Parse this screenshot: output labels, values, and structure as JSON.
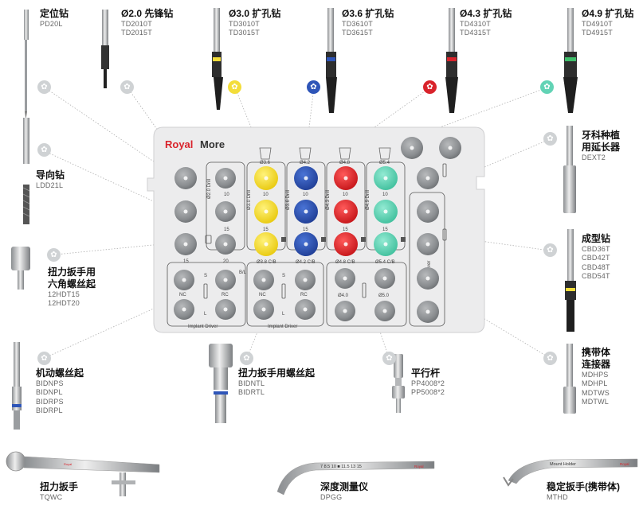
{
  "brand": {
    "name_a": "Royal",
    "name_b": "More",
    "accent": "#e0303a"
  },
  "tools": {
    "pilot": {
      "title": "定位钻",
      "codes": [
        "PD20L"
      ]
    },
    "d20": {
      "title": "Ø2.0 先锋钻",
      "codes": [
        "TD2010T",
        "TD2015T"
      ]
    },
    "d30": {
      "title": "Ø3.0 扩孔钻",
      "codes": [
        "TD3010T",
        "TD3015T"
      ]
    },
    "d36": {
      "title": "Ø3.6 扩孔钻",
      "codes": [
        "TD3610T",
        "TD3615T"
      ]
    },
    "d43": {
      "title": "Ø4.3 扩孔钻",
      "codes": [
        "TD4310T",
        "TD4315T"
      ]
    },
    "d49": {
      "title": "Ø4.9 扩孔钻",
      "codes": [
        "TD4910T",
        "TD4915T"
      ]
    },
    "guide": {
      "title": "导向钻",
      "codes": [
        "LDD21L"
      ]
    },
    "extension": {
      "title_lines": [
        "牙科种植",
        "用延长器"
      ],
      "codes": [
        "DEXT2"
      ]
    },
    "hex_driver": {
      "title_lines": [
        "扭力扳手用",
        "六角螺丝起"
      ],
      "codes": [
        "12HDT15",
        "12HDT20"
      ]
    },
    "bone_drill": {
      "title": "成型钻",
      "codes": [
        "CBD36T",
        "CBD42T",
        "CBD48T",
        "CBD54T"
      ]
    },
    "motor_driver": {
      "title": "机动螺丝起",
      "codes": [
        "BIDNPS",
        "BIDNPL",
        "BIDRPS",
        "BIDRPL"
      ]
    },
    "torque_driver": {
      "title": "扭力扳手用螺丝起",
      "codes": [
        "BIDNTL",
        "BIDRTL"
      ]
    },
    "parallel_pin": {
      "title": "平行杆",
      "codes": [
        "PP4008*2",
        "PP5008*2"
      ]
    },
    "carrier": {
      "title_lines": [
        "携带体",
        "连接器"
      ],
      "codes": [
        "MDHPS",
        "MDHPL",
        "MDTWS",
        "MDTWL"
      ]
    },
    "torque_wrench": {
      "title": "扭力扳手",
      "codes": [
        "TQWC"
      ]
    },
    "depth_gauge": {
      "title": "深度测量仪",
      "codes": [
        "DPGG"
      ],
      "scale": "7  8.5  10  ■  11.5  13  15"
    },
    "holder_wrench": {
      "title": "稳定扳手(携带体)",
      "codes": [
        "MTHD"
      ],
      "engrave": "Mount Holder"
    }
  },
  "tray": {
    "col_heads": [
      "Ø3.6",
      "Ø4.2",
      "Ø4.8",
      "Ø5.4"
    ],
    "drill_labels": [
      "Ø2.0 Drill",
      "Ø3.0 Drill",
      "Ø3.6 Drill",
      "Ø4.3 Drill",
      "Ø4.9 Drill"
    ],
    "len_10": "10",
    "len_15": "15",
    "len_20": "20",
    "cb_labels": [
      "Ø3.8 C/B",
      "Ø4.2 C/B",
      "Ø4.8 C/B",
      "Ø5.4 C/B"
    ],
    "bl": "B/L",
    "nc": "NC",
    "rc": "RC",
    "s": "S",
    "l": "L",
    "implant_driver": "Implant Driver",
    "pin_40": "Ø4.0",
    "pin_50": "Ø5.0",
    "mount_driver": "Mount Driver"
  },
  "colors": {
    "yellow": "#f3dd3a",
    "blue": "#2e55b8",
    "red": "#d9232b",
    "mint": "#62d3b5",
    "gray_stop": "#8e9194",
    "tray": "#ececed"
  }
}
